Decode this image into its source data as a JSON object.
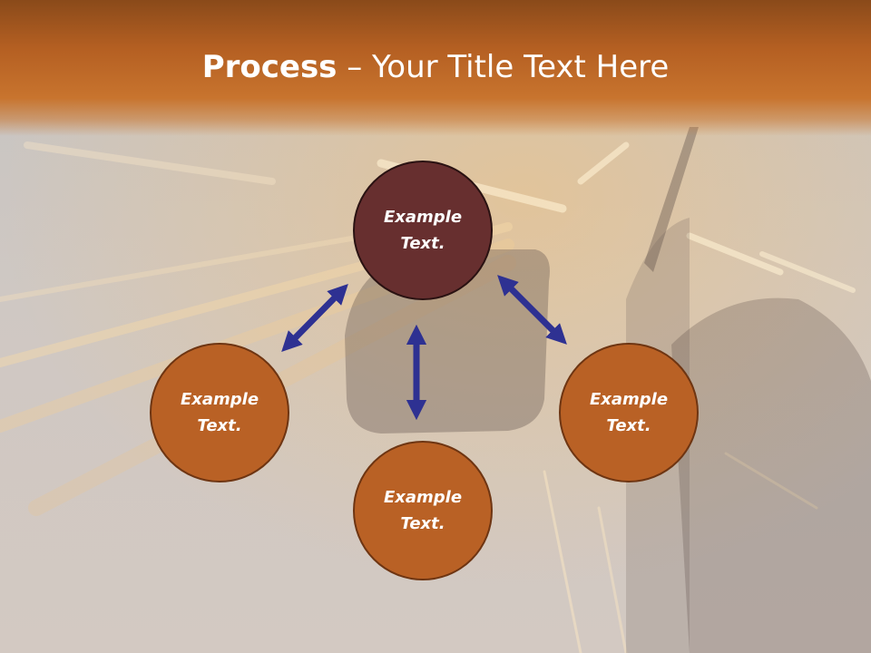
{
  "slide": {
    "title_bold": "Process",
    "title_rest": " – Your Title Text Here"
  },
  "diagram": {
    "nodes": {
      "top": "Example Text.",
      "left": "Example Text.",
      "right": "Example Text.",
      "bottom": "Example Text."
    },
    "edges": [
      {
        "from": "top",
        "to": "left",
        "type": "double-arrow"
      },
      {
        "from": "top",
        "to": "right",
        "type": "double-arrow"
      },
      {
        "from": "top",
        "to": "bottom",
        "type": "double-arrow"
      }
    ]
  },
  "colors": {
    "header": "#b45f22",
    "top_node": "#672f2f",
    "node": "#b96125",
    "arrow": "#2e3192"
  }
}
